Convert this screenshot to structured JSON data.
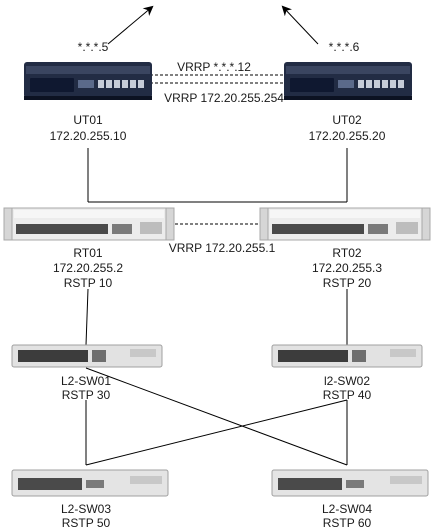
{
  "colors": {
    "utm_body": "#1f2a44",
    "utm_panel": "#0f1830",
    "router_body": "#e8e8e8",
    "switch_body": "#dcdcdc",
    "link": "#000000"
  },
  "internet": {
    "left_label": "*.*.*.5",
    "right_label": "*.*.*.6"
  },
  "vrrp": {
    "wan_label": "VRRP *.*.*.12",
    "ut_label": "VRRP 172.20.255.254",
    "rt_label": "VRRP 172.20.255.1"
  },
  "nodes": {
    "ut01": {
      "name": "UT01",
      "ip": "172.20.255.10"
    },
    "ut02": {
      "name": "UT02",
      "ip": "172.20.255.20"
    },
    "rt01": {
      "name": "RT01",
      "ip": "172.20.255.2",
      "rstp": "RSTP 10"
    },
    "rt02": {
      "name": "RT02",
      "ip": "172.20.255.3",
      "rstp": "RSTP 20"
    },
    "sw01": {
      "name": "L2-SW01",
      "rstp": "RSTP 30"
    },
    "sw02": {
      "name": "l2-SW02",
      "rstp": "RSTP 40"
    },
    "sw03": {
      "name": "L2-SW03",
      "rstp": "RSTP 50"
    },
    "sw04": {
      "name": "L2-SW04",
      "rstp": "RSTP 60"
    }
  }
}
